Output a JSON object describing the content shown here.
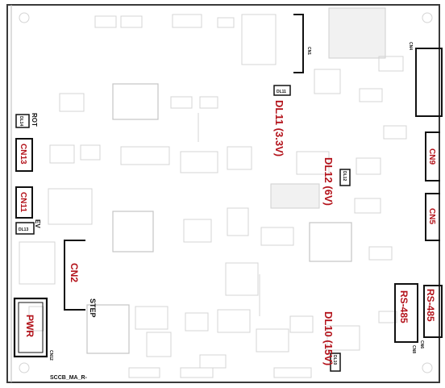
{
  "connectors": {
    "cn13": "CN13",
    "cn11": "CN11",
    "cn2": "CN2",
    "pwr": "PWR",
    "cn9": "CN9",
    "cn5": "CN5",
    "rs485_a": "RS-485",
    "rs485_b": "RS-485"
  },
  "leds": {
    "dl11": "DL11 (3.3V)",
    "dl12": "DL12 (6V)",
    "dl10": "DL10 (15V)",
    "dl11_tag": "DL11",
    "dl12_tag": "DL12",
    "dl10_tag": "DL10",
    "dl13_tag": "DL13",
    "dl14_tag": "DL14"
  },
  "labels": {
    "rot": "ROT",
    "ev": "EV",
    "step": "STEP",
    "cn1": "CN1",
    "cn4": "CN4",
    "cn8": "CN8",
    "cn6": "CN6",
    "cn12": "CN12",
    "board_id": "SCCB_MA_R-"
  },
  "colors": {
    "label_red": "#b3121a",
    "outline": "#111111",
    "ghost": "#d4d4d4"
  }
}
